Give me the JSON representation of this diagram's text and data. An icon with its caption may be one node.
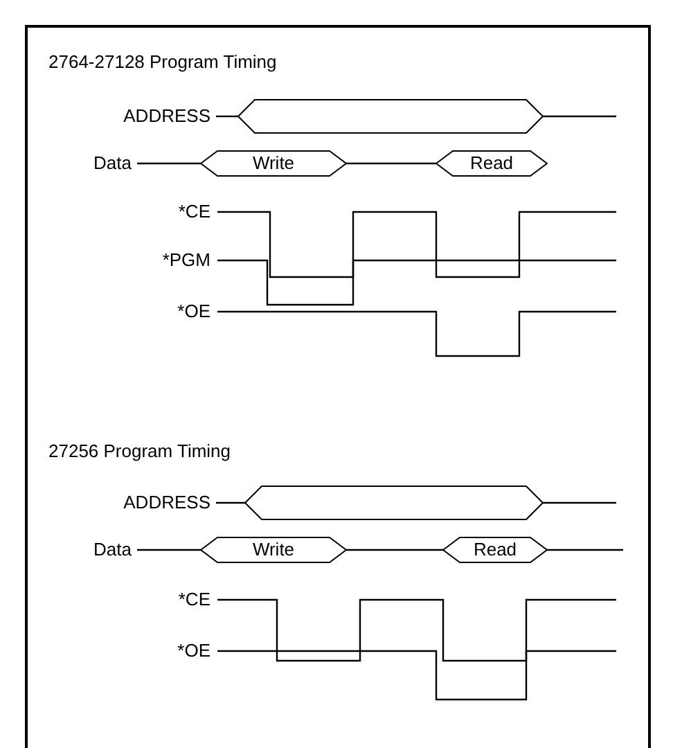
{
  "diagram": {
    "nodes": [
      {
        "text": [
          "ADDRESS"
        ]
      },
      {
        "text": [],
        "shape": "hexagon"
      },
      {
        "text": [
          "Data"
        ]
      },
      {
        "text": [
          "Write"
        ]
      },
      {
        "text": [
          "Read"
        ]
      },
      {
        "text": [
          "ADDRESS"
        ]
      },
      {
        "text": [],
        "shape": "hexagon"
      },
      {
        "text": [
          "Data"
        ]
      },
      {
        "text": [
          "Write"
        ]
      },
      {
        "text": [
          "Read"
        ]
      }
    ],
    "edges": [
      {
        "from": 0,
        "to": 1,
        "arrow": "none"
      },
      {
        "from": 1,
        "to": null,
        "arrow": "none"
      },
      {
        "from": 2,
        "to": 3,
        "arrow": "none"
      },
      {
        "from": 3,
        "to": 4,
        "arrow": "none"
      },
      {
        "from": 5,
        "to": 6,
        "arrow": "none"
      },
      {
        "from": 6,
        "to": null,
        "arrow": "none"
      },
      {
        "from": 7,
        "to": 8,
        "arrow": "none"
      },
      {
        "from": 8,
        "to": 9,
        "arrow": "none"
      },
      {
        "from": 9,
        "to": null,
        "arrow": "none"
      }
    ],
    "labels": [
      "2764-27128 Program Timing",
      "*CE",
      "*PGM",
      "*OE",
      "27256 Program Timing",
      "*CE",
      "*OE"
    ]
  }
}
